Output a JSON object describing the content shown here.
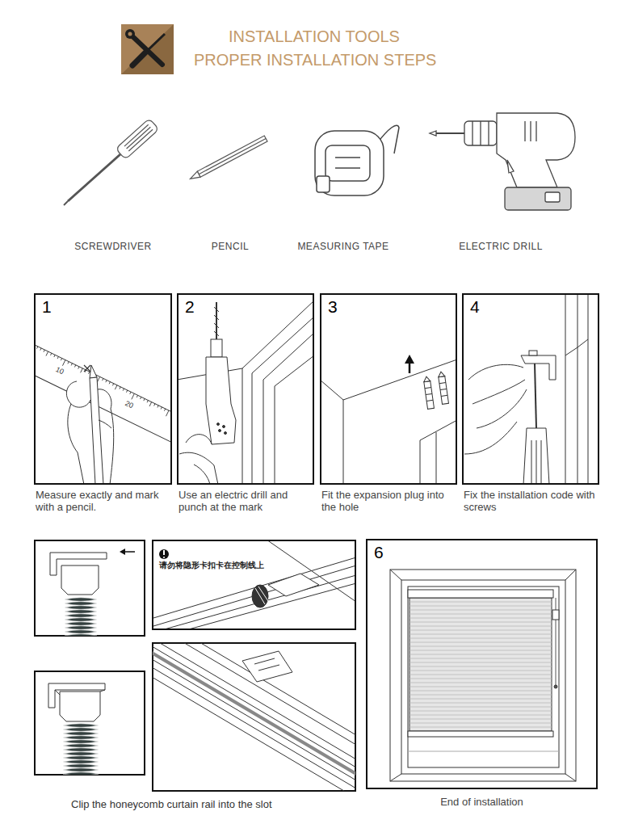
{
  "diagram": {
    "title": "INSTALLATION TOOLS",
    "nodes": [
      {
        "text": [
          "1",
          "Measure exactly and mark with a pencil."
        ]
      },
      {
        "text": [
          "2",
          "Use an electric drill and punch at the mark"
        ]
      },
      {
        "text": [
          "3",
          "Fit the expansion plug into the hole"
        ]
      },
      {
        "text": [
          "4",
          "Fix the installation code with screws"
        ]
      },
      {
        "text": [
          "请勿将隐形卡扣卡在控制线上"
        ]
      },
      {
        "text": [
          "6",
          "End of installation"
        ]
      }
    ],
    "labels": [
      "PROPER INSTALLATION STEPS",
      "SCREWDRIVER",
      "PENCIL",
      "MEASURING TAPE",
      "ELECTRIC DRILL",
      "10",
      "20",
      "Clip the honeycomb curtain rail into the slot"
    ]
  }
}
